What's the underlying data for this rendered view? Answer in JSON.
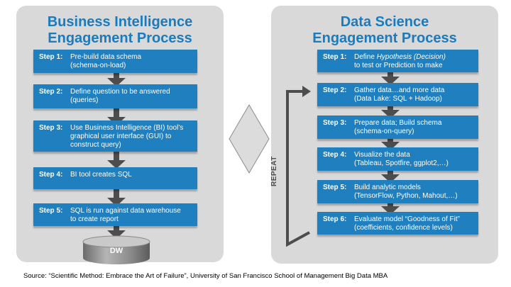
{
  "left_panel": {
    "title_line1": "Business Intelligence",
    "title_line2": "Engagement Process",
    "steps": [
      {
        "label": "Step 1:",
        "line1": "Pre-build data schema",
        "line2": "(schema-on-load)",
        "line3": ""
      },
      {
        "label": "Step 2:",
        "line1": "Define question to be answered",
        "line2": "(queries)",
        "line3": ""
      },
      {
        "label": "Step 3:",
        "line1": "Use Business Intelligence (BI) tool’s",
        "line2": "graphical user interface (GUI) to",
        "line3": "construct query)"
      },
      {
        "label": "Step 4:",
        "line1": "BI tool creates SQL",
        "line2": "",
        "line3": ""
      },
      {
        "label": "Step 5:",
        "line1": "SQL is run against data warehouse",
        "line2": "to create report",
        "line3": ""
      }
    ],
    "database_label": "DW"
  },
  "right_panel": {
    "title_line1": "Data Science",
    "title_line2": "Engagement Process",
    "step1": {
      "label": "Step 1:",
      "line1_prefix": "Define ",
      "line1_em": "Hypothesis (Decision)",
      "line2": "to test or Prediction to make"
    },
    "steps": [
      {
        "label": "Step 2:",
        "line1": "Gather data…and more data",
        "line2": "(Data Lake: SQL + Hadoop)"
      },
      {
        "label": "Step 3:",
        "line1": "Prepare data; Build schema",
        "line2": "(schema-on-query)"
      },
      {
        "label": "Step 4:",
        "line1": "Visualize the data",
        "line2": "(Tableau, Spotfire, ggplot2,…)"
      },
      {
        "label": "Step 5:",
        "line1": "Build analytic models",
        "line2": "(TensorFlow, Python, Mahout,…)"
      },
      {
        "label": "Step 6:",
        "line1": "Evaluate model “Goodness of Fit”",
        "line2": "(coefficients, confidence levels)"
      }
    ],
    "loop_label": "REPEAT"
  },
  "source_note": "Source: “Scientific Method: Embrace the Art of Failure”, University of San Francisco School of Management Big Data MBA",
  "colors": {
    "panel_bg": "#d9d9d9",
    "step_box": "#1f7fbf",
    "title": "#1a7bbf",
    "arrow": "#4d4d4d"
  }
}
